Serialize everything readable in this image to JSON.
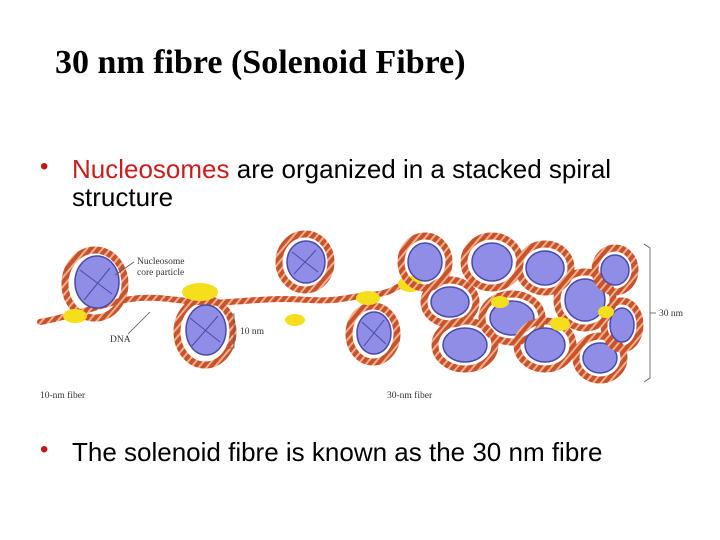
{
  "slide": {
    "title": "30 nm fibre (Solenoid Fibre)",
    "bullet1": {
      "highlight": "Nucleosomes",
      "rest": " are organized in a stacked spiral structure"
    },
    "bullet2": "The solenoid fibre is known as the 30 nm fibre"
  },
  "figure": {
    "labels": {
      "nucleosome_core": [
        "Nucleosome",
        "core particle"
      ],
      "dna": "DNA",
      "ten_nm": "10 nm",
      "thirty_nm": "30 nm",
      "fiber_10": "10-nm fiber",
      "fiber_30": "30-nm fiber"
    },
    "colors": {
      "dna": "#c8522c",
      "dna_stripe": "#f2b08a",
      "histone": "#8f8de6",
      "histone_edge": "#4c4aa8",
      "linker_h1": "#f5df1c",
      "highlight": "#c81e1e"
    }
  }
}
